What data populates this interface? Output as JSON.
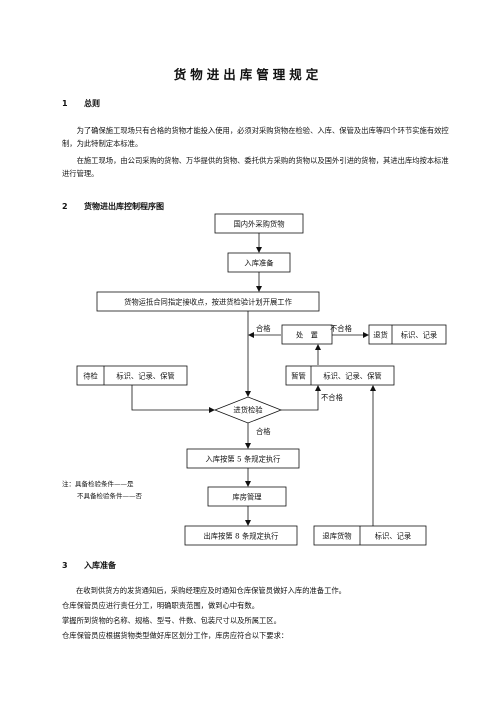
{
  "title": "货物进出库管理规定",
  "sections": [
    {
      "num": "1",
      "heading": "总则",
      "paragraphs": [
        "为了确保施工现场只有合格的货物才能投入使用，必须对采购货物在检验、入库、保管及出库等四个环节实施有效控制，为此特制定本标准。",
        "在施工现场，由公司采购的货物、万华提供的货物、委托供方采购的货物以及国外引进的货物，其进出库均按本标准进行管理。"
      ]
    },
    {
      "num": "2",
      "heading": "货物进出库控制程序图"
    },
    {
      "num": "3",
      "heading": "入库准备",
      "lines": [
        "在收到供货方的发货通知后，采购经理应及时通知仓库保管员做好入库的准备工作。",
        "仓库保管员应进行责任分工，明确职责范围，做到心中有数。",
        "掌握所到货物的名称、规格、型号、件数、包装尺寸以及所属工区。",
        "仓库保管员应根据货物类型做好库区划分工作，库房应符合以下要求："
      ]
    }
  ],
  "flowchart": {
    "purchase": "国内外采购货物",
    "prepare": "入库准备",
    "receive": "货物运抵合同指定接收点，按进货检验计划开展工作",
    "dispose": "处　置",
    "return_goods": "退货",
    "return_record": "标识、记录",
    "pending_label": "待检",
    "pending_text": "标识、记录、保管",
    "hold_label": "暂管",
    "hold_text": "标识、记录、保管",
    "inspect": "进货检验",
    "store_in": "入库按第 5 条规定执行",
    "warehouse": "库房管理",
    "store_out": "出库按第 8 条规定执行",
    "return_goods2": "退库货物",
    "return_record2": "标识、记录",
    "pass1": "合格",
    "fail1": "不合格",
    "fail2": "不合格",
    "pass2": "合格",
    "note1": "注：具备检验条件——是",
    "note2": "不具备检验条件——否"
  }
}
